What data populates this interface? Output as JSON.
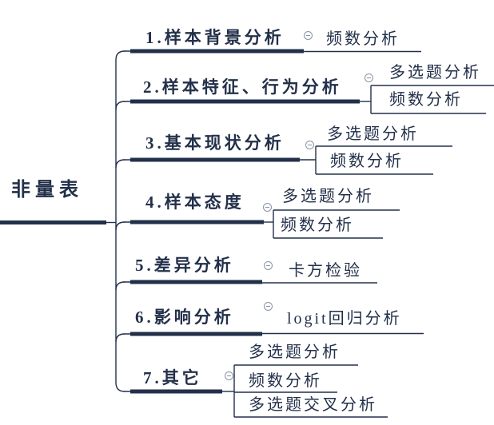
{
  "colors": {
    "line": "#23304a",
    "text": "#23304a",
    "toggle_ring": "#8a93a6",
    "background": "#ffffff"
  },
  "root": {
    "label": "非量表"
  },
  "branches": [
    {
      "label": "1.样本背景分析",
      "children": [
        "频数分析"
      ]
    },
    {
      "label": "2.样本特征、行为分析",
      "children": [
        "多选题分析",
        "频数分析"
      ]
    },
    {
      "label": "3.基本现状分析",
      "children": [
        "多选题分析",
        "频数分析"
      ]
    },
    {
      "label": "4.样本态度",
      "children": [
        "多选题分析",
        "频数分析"
      ]
    },
    {
      "label": "5.差异分析",
      "children": [
        "卡方检验"
      ]
    },
    {
      "label": "6.影响分析",
      "children": [
        "logit回归分析"
      ]
    },
    {
      "label": "7.其它",
      "children": [
        "多选题分析",
        "频数分析",
        "多选题交叉分析"
      ]
    }
  ]
}
